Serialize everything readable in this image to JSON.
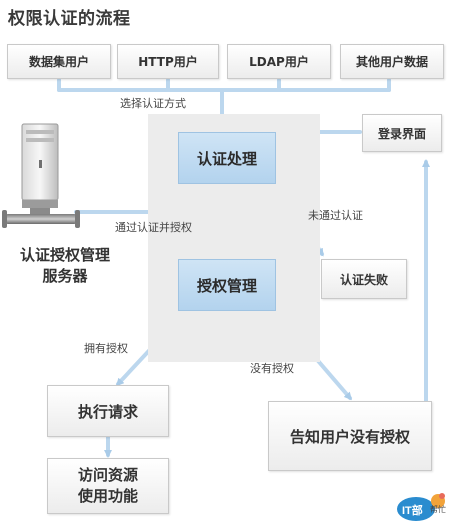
{
  "title": "权限认证的流程",
  "sources": [
    "数据集用户",
    "HTTP用户",
    "LDAP用户",
    "其他用户数据"
  ],
  "nodes": {
    "auth_process": "认证处理",
    "authorization": "授权管理",
    "login_ui": "登录界面",
    "auth_failed": "认证失败",
    "execute_request": "执行请求",
    "access_resources": "访问资源\n使用功能",
    "notify_no_permission": "告知用户没有授权"
  },
  "server_label_line1": "认证授权管理",
  "server_label_line2": "服务器",
  "edge_labels": {
    "select_method": "选择认证方式",
    "passed_authorize": "通过认证并授权",
    "not_passed": "未通过认证",
    "has_permission": "拥有授权",
    "no_permission": "没有授权"
  },
  "watermark": {
    "text": "IT部",
    "sub": "帮忙"
  },
  "colors": {
    "arrow": "#b9d5ec",
    "blue_fill": "#c2dbf1",
    "panel": "#ececec"
  }
}
